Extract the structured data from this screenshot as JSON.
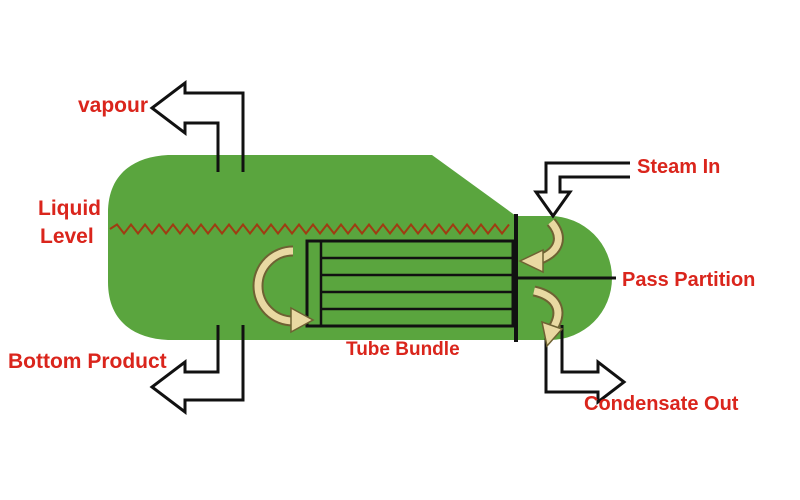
{
  "diagram": {
    "labels": {
      "vapour": "vapour",
      "liquid_level_line1": "Liquid",
      "liquid_level_line2": "Level",
      "bottom_product": "Bottom Product",
      "tube_bundle": "Tube Bundle",
      "steam_in": "Steam In",
      "pass_partition": "Pass Partition",
      "condensate_out": "Condensate Out"
    },
    "colors": {
      "background": "#ffffff",
      "vessel_green": "#5aa53e",
      "label_red": "#da251c",
      "liquid_level_line": "#a03c12",
      "pipe_outline": "#111111",
      "pipe_fill": "#ffffff",
      "flow_arrow_fill": "#e9d9a2",
      "flow_arrow_outline": "#6e6233"
    }
  }
}
